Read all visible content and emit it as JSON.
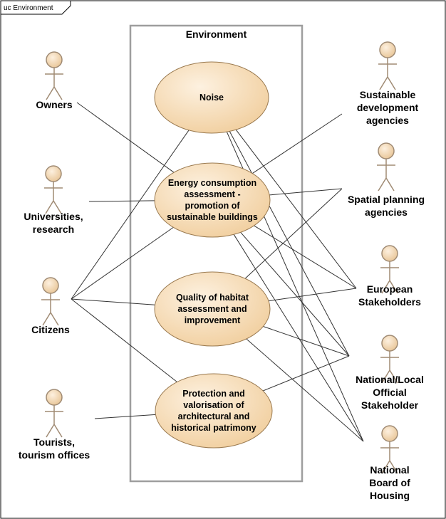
{
  "frame_tag": "uc Environment",
  "system": {
    "name": "Environment"
  },
  "use_cases": [
    {
      "id": "noise",
      "lines": [
        "Noise"
      ]
    },
    {
      "id": "energy",
      "lines": [
        "Energy consumption",
        "assessment -",
        "promotion of",
        "sustainable buildings"
      ]
    },
    {
      "id": "habitat",
      "lines": [
        "Quality of habitat",
        "assessment and",
        "improvement"
      ]
    },
    {
      "id": "patrimony",
      "lines": [
        "Protection and",
        "valorisation of",
        "architectural and",
        "historical patrimony"
      ]
    }
  ],
  "actors": [
    {
      "id": "owners",
      "lines": [
        "Owners"
      ]
    },
    {
      "id": "universities",
      "lines": [
        "Universities,",
        "research"
      ]
    },
    {
      "id": "citizens",
      "lines": [
        "Citizens"
      ]
    },
    {
      "id": "tourists",
      "lines": [
        "Tourists,",
        "tourism offices"
      ]
    },
    {
      "id": "sustainable",
      "lines": [
        "Sustainable",
        "development",
        "agencies"
      ]
    },
    {
      "id": "spatial",
      "lines": [
        "Spatial planning",
        "agencies"
      ]
    },
    {
      "id": "european",
      "lines": [
        "European",
        "Stakeholders"
      ]
    },
    {
      "id": "national_local",
      "lines": [
        "National/Local",
        "Official",
        "Stakeholder"
      ]
    },
    {
      "id": "board_housing",
      "lines": [
        "National",
        "Board of",
        "Housing"
      ]
    }
  ],
  "associations": [
    {
      "actor": "owners",
      "use_case": "energy"
    },
    {
      "actor": "universities",
      "use_case": "energy"
    },
    {
      "actor": "citizens",
      "use_case": "noise"
    },
    {
      "actor": "citizens",
      "use_case": "energy"
    },
    {
      "actor": "citizens",
      "use_case": "habitat"
    },
    {
      "actor": "citizens",
      "use_case": "patrimony"
    },
    {
      "actor": "tourists",
      "use_case": "patrimony"
    },
    {
      "actor": "sustainable",
      "use_case": "energy"
    },
    {
      "actor": "spatial",
      "use_case": "energy"
    },
    {
      "actor": "spatial",
      "use_case": "habitat"
    },
    {
      "actor": "european",
      "use_case": "noise"
    },
    {
      "actor": "european",
      "use_case": "energy"
    },
    {
      "actor": "european",
      "use_case": "habitat"
    },
    {
      "actor": "national_local",
      "use_case": "noise"
    },
    {
      "actor": "national_local",
      "use_case": "energy"
    },
    {
      "actor": "national_local",
      "use_case": "habitat"
    },
    {
      "actor": "national_local",
      "use_case": "patrimony"
    },
    {
      "actor": "board_housing",
      "use_case": "noise"
    },
    {
      "actor": "board_housing",
      "use_case": "energy"
    },
    {
      "actor": "board_housing",
      "use_case": "habitat"
    }
  ],
  "colors": {
    "usecase_fill_light": "#fdf1e0",
    "usecase_fill_dark": "#f1cf9f",
    "usecase_stroke": "#9a7a50",
    "actor_head_light": "#fdf0df",
    "actor_head_dark": "#e8c596",
    "actor_stroke": "#a08b74",
    "system_border": "#9e9e9e",
    "line": "#333333"
  }
}
